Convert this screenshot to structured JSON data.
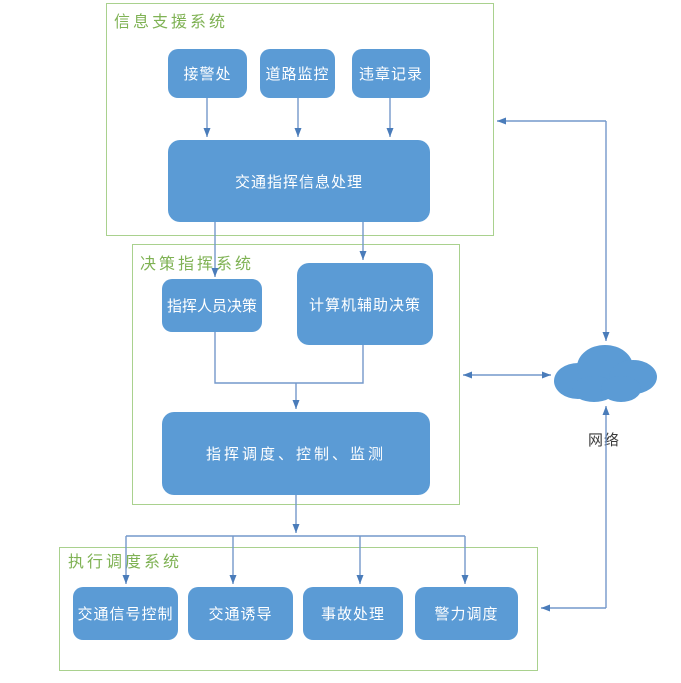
{
  "groups": [
    {
      "title": "信息支援系统",
      "nodes": [
        {
          "label": "接警处"
        },
        {
          "label": "道路监控"
        },
        {
          "label": "违章记录"
        },
        {
          "label": "交通指挥信息处理"
        }
      ]
    },
    {
      "title": "决策指挥系统",
      "nodes": [
        {
          "label": "指挥人员决策"
        },
        {
          "label": "计算机辅助决策"
        },
        {
          "label": "指挥调度、控制、监测"
        }
      ]
    },
    {
      "title": "执行调度系统",
      "nodes": [
        {
          "label": "交通信号控制"
        },
        {
          "label": "交通诱导"
        },
        {
          "label": "事故处理"
        },
        {
          "label": "警力调度"
        }
      ]
    }
  ],
  "network": {
    "label": "网络",
    "icon": "cloud-icon"
  },
  "connections": [
    {
      "from": "接警处",
      "to": "交通指挥信息处理",
      "arrow": "one-way"
    },
    {
      "from": "道路监控",
      "to": "交通指挥信息处理",
      "arrow": "one-way"
    },
    {
      "from": "违章记录",
      "to": "交通指挥信息处理",
      "arrow": "one-way"
    },
    {
      "from": "交通指挥信息处理",
      "to": "指挥人员决策",
      "arrow": "one-way"
    },
    {
      "from": "交通指挥信息处理",
      "to": "计算机辅助决策",
      "arrow": "one-way"
    },
    {
      "from": "指挥人员决策 + 计算机辅助决策",
      "to": "指挥调度、控制、监测",
      "arrow": "one-way"
    },
    {
      "from": "指挥调度、控制、监测",
      "to": "交通信号控制",
      "arrow": "one-way"
    },
    {
      "from": "指挥调度、控制、监测",
      "to": "交通诱导",
      "arrow": "one-way"
    },
    {
      "from": "指挥调度、控制、监测",
      "to": "事故处理",
      "arrow": "one-way"
    },
    {
      "from": "指挥调度、控制、监测",
      "to": "警力调度",
      "arrow": "one-way"
    },
    {
      "from": "网络",
      "to": "信息支援系统",
      "arrow": "two-way"
    },
    {
      "from": "网络",
      "to": "决策指挥系统",
      "arrow": "two-way"
    },
    {
      "from": "网络",
      "to": "执行调度系统",
      "arrow": "two-way"
    }
  ],
  "colors": {
    "node_fill": "#5B9BD5",
    "node_text": "#FFFFFF",
    "group_border": "#A9D18E",
    "group_title_text": "#7FB254",
    "connector_line": "#7498CB",
    "arrowhead": "#4A7CBA",
    "network_label_text": "#3B3B3B",
    "background": "#FFFFFF"
  }
}
